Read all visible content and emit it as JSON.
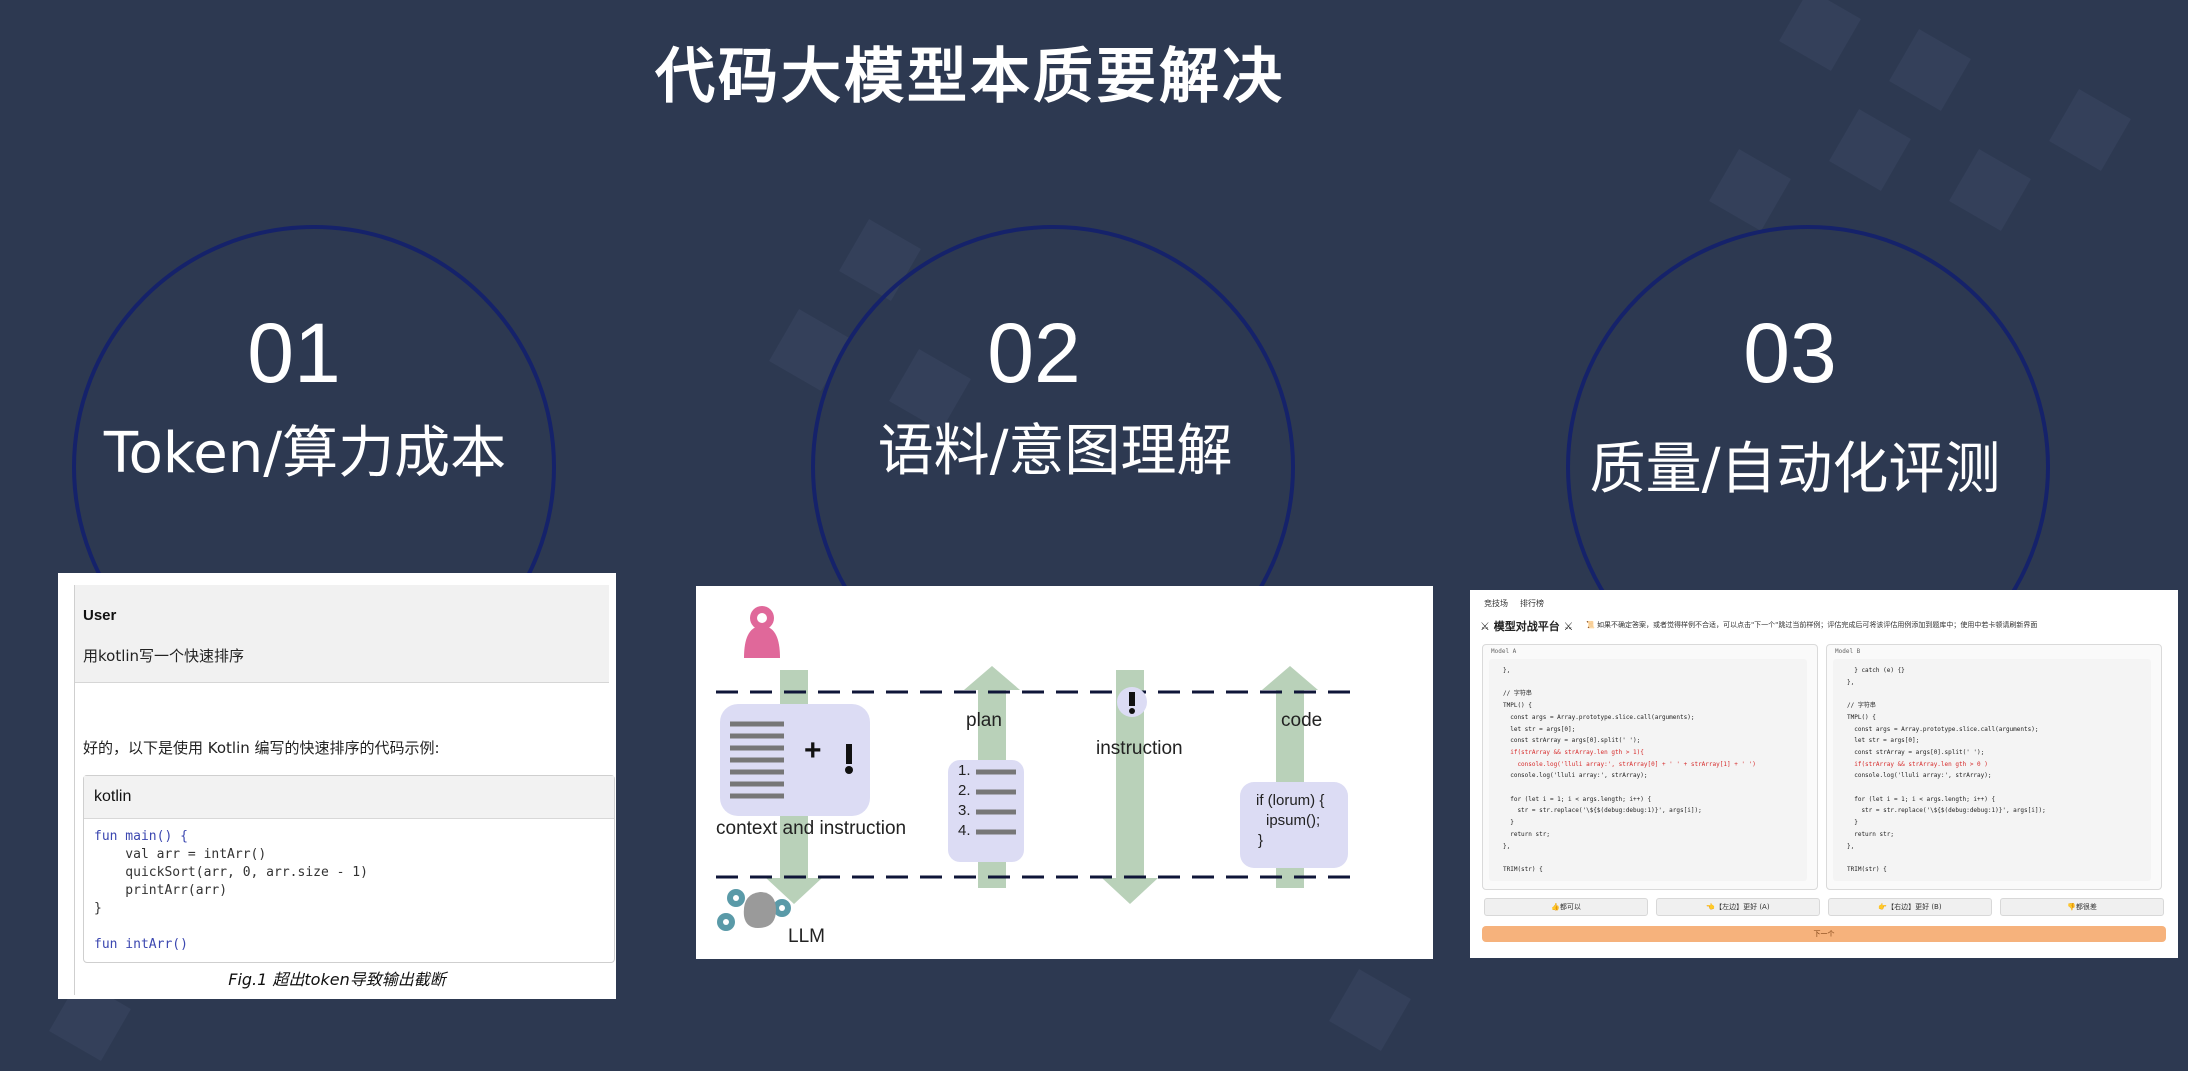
{
  "slide": {
    "title": "代码大模型本质要解决",
    "items": [
      {
        "number": "01",
        "label": "Token/算力成本"
      },
      {
        "number": "02",
        "label": "语料/意图理解"
      },
      {
        "number": "03",
        "label": "质量/自动化评测"
      }
    ]
  },
  "chat_example": {
    "user_label": "User",
    "user_message": "用kotlin写一个快速排序",
    "answer_intro": "好的，以下是使用 Kotlin 编写的快速排序的代码示例:",
    "code_language": "kotlin",
    "code_lines": [
      "fun main() {",
      "    val arr = intArr()",
      "    quickSort(arr, 0, arr.size - 1)",
      "    printArr(arr)",
      "}",
      "",
      "fun intArr()"
    ],
    "caption": "Fig.1 超出token导致输出截断"
  },
  "diagram": {
    "labels": {
      "context": "context and instruction",
      "plan": "plan",
      "instruction": "instruction",
      "code": "code",
      "llm": "LLM",
      "code_block": [
        "if (lorum) {",
        "ipsum();",
        "}"
      ],
      "plan_items": [
        "1.",
        "2.",
        "3.",
        "4."
      ]
    },
    "colors": {
      "arrow": "#b9d1b9",
      "box": "#dcdcf4",
      "person": "#e0689a",
      "gear": "#5a9aa8",
      "dash": "#0f1638"
    }
  },
  "platform": {
    "tabs": [
      "竞技场",
      "排行榜"
    ],
    "title": "⚔ 模型对战平台 ⚔",
    "note": "📜 如果不确定答案，或者觉得样例不合适，可以点击\"下一个\"跳过当前样例；评估完成后可将该评估用例添加到题库中；使用中若卡顿请刷新界面",
    "model_a_label": "Model A",
    "model_b_label": "Model B",
    "model_a_code": [
      "},",
      "",
      "// 字符串",
      "TMPL() {",
      "  const args = Array.prototype.slice.call(arguments);",
      "  let str = args[0];",
      "  const strArray = args[0].split(' ');",
      "  if(strArray && strArray.len gth > 1){",
      "    console.log('lluli array:', strArray[0] + ' ' + strArray[1] + ' ')",
      "  console.log('lluli array:', strArray);",
      "",
      "  for (let i = 1; i < args.length; i++) {",
      "    str = str.replace('\\${$(debug:debug:1)}', args[i]);",
      "  }",
      "  return str;",
      "},",
      "",
      "TRIM(str) {"
    ],
    "model_b_code": [
      "  } catch (e) {}",
      "},",
      "",
      "// 字符串",
      "TMPL() {",
      "  const args = Array.prototype.slice.call(arguments);",
      "  let str = args[0];",
      "  const strArray = args[0].split(' ');",
      "  if(strArray && strArray.len gth > 0 )",
      "  console.log('lluli array:', strArray);",
      "",
      "  for (let i = 1; i < args.length; i++) {",
      "    str = str.replace('\\${$(debug:debug:1)}', args[i]);",
      "  }",
      "  return str;",
      "},",
      "",
      "TRIM(str) {"
    ],
    "buttons": [
      "👍都可以",
      "👈【左边】更好 (A)",
      "👉【右边】更好 (B)",
      "👎都很差"
    ],
    "next": "下一个"
  }
}
